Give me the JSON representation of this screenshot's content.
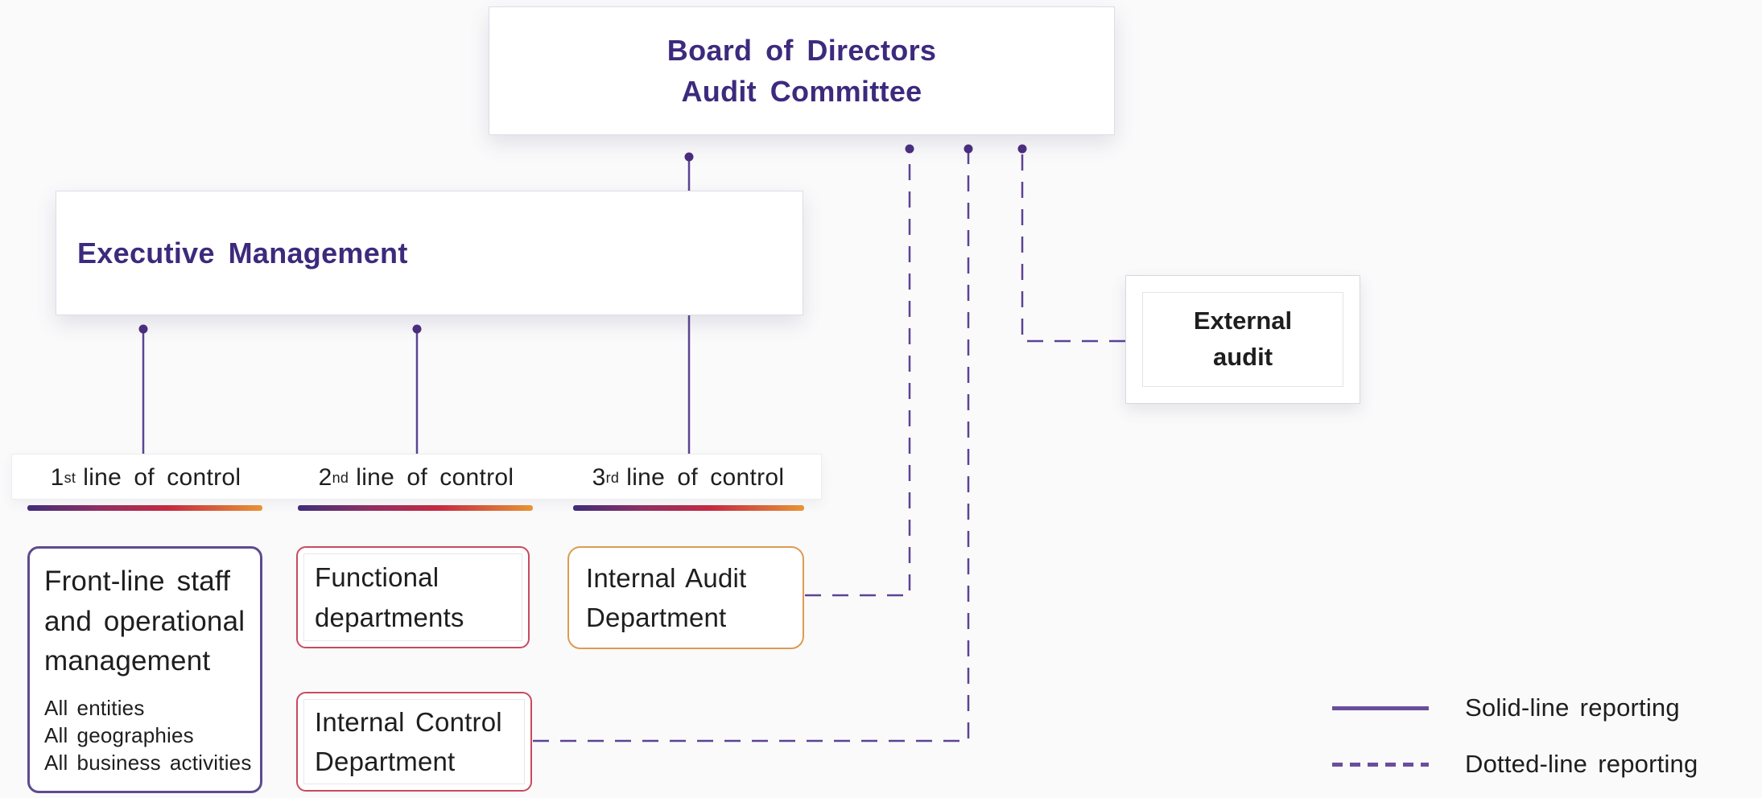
{
  "colors": {
    "title_purple": "#3d2a7d",
    "connector_purple": "#5d4394",
    "dot_purple": "#4b2d7f",
    "legend_purple": "#6a4e9d",
    "red_border": "#c94a5e",
    "orange_border": "#dd9b51",
    "purple_border": "#5d4b8e",
    "gradient_start": "#3f2d78",
    "gradient_mid1": "#8f2f63",
    "gradient_mid2": "#c52a41",
    "gradient_end": "#e89435",
    "text_dark": "#1e1e1e",
    "background": "#fafafb"
  },
  "boxes": {
    "board": {
      "line1": "Board of Directors",
      "line2": "Audit Committee"
    },
    "executive": {
      "label": "Executive Management"
    },
    "external_audit": {
      "line1": "External",
      "line2": "audit"
    },
    "lines_of_control": [
      {
        "number": "1",
        "ordinal": "st",
        "label": "line of control"
      },
      {
        "number": "2",
        "ordinal": "nd",
        "label": "line of control"
      },
      {
        "number": "3",
        "ordinal": "rd",
        "label": "line of control"
      }
    ],
    "front_line": {
      "title": "Front-line staff and operational management",
      "items": [
        "All entities",
        "All geographies",
        "All business activities"
      ]
    },
    "functional": {
      "label": "Functional departments"
    },
    "internal_audit": {
      "label": "Internal Audit Department"
    },
    "internal_control": {
      "label": "Internal Control Department"
    }
  },
  "legend": {
    "solid_label": "Solid-line reporting",
    "dotted_label": "Dotted-line reporting"
  }
}
